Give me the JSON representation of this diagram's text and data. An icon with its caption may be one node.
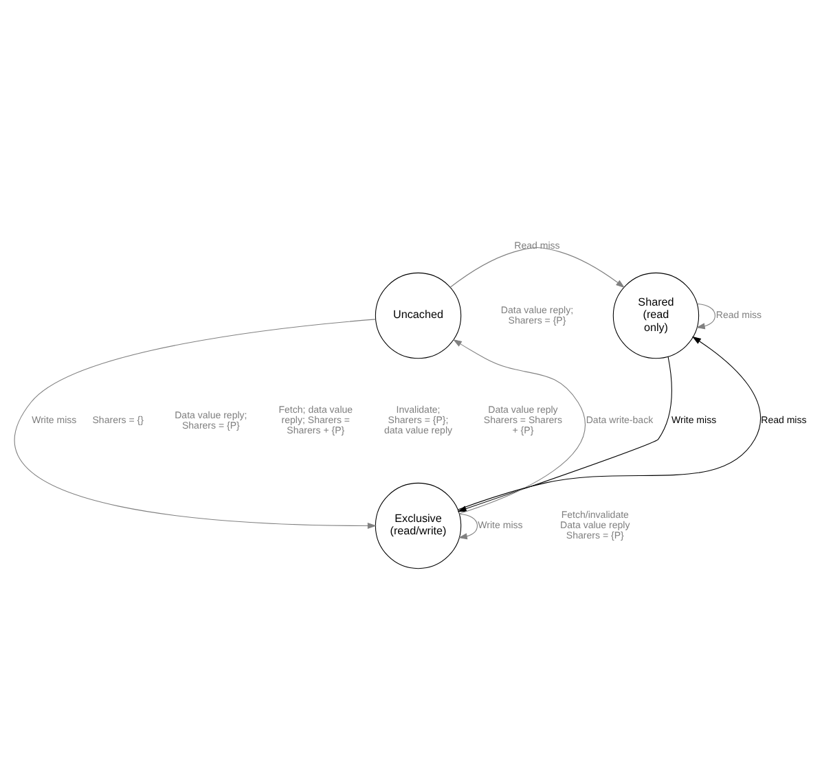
{
  "diagram": {
    "nodes": [
      {
        "text": [
          "Uncached"
        ]
      },
      {
        "text": [
          "Shared (read only)"
        ]
      },
      {
        "text": [
          "Exclusive (read/write)"
        ]
      }
    ],
    "edges": [
      {
        "from": 0,
        "to": 1,
        "arrow": "to",
        "label": "Read miss"
      },
      {
        "from": 0,
        "to": 2,
        "arrow": "to",
        "label": "Write miss"
      },
      {
        "from": 2,
        "to": 0,
        "arrow": "to",
        "label": "Data write-back"
      },
      {
        "from": 2,
        "to": 1,
        "arrow": "to",
        "label": "Read miss",
        "color": "#000000"
      },
      {
        "from": 1,
        "to": 2,
        "arrow": "to",
        "label": "Write miss",
        "color": "#000000"
      },
      {
        "from": 1,
        "to": 1,
        "arrow": "to",
        "label": "Read miss"
      },
      {
        "from": 2,
        "to": 2,
        "arrow": "to",
        "label": "Write miss"
      }
    ],
    "labels": [
      "Data value reply; Sharers = {P}",
      "Sharers = {}",
      "Data value reply; Sharers = {P}",
      "Fetch; data value reply; Sharers = Sharers + {P}",
      "Invalidate; Sharers = {P}; data value reply",
      "Data value reply Sharers = Sharers + {P}",
      "Fetch/invalidate Data value reply Sharers = {P}"
    ]
  }
}
